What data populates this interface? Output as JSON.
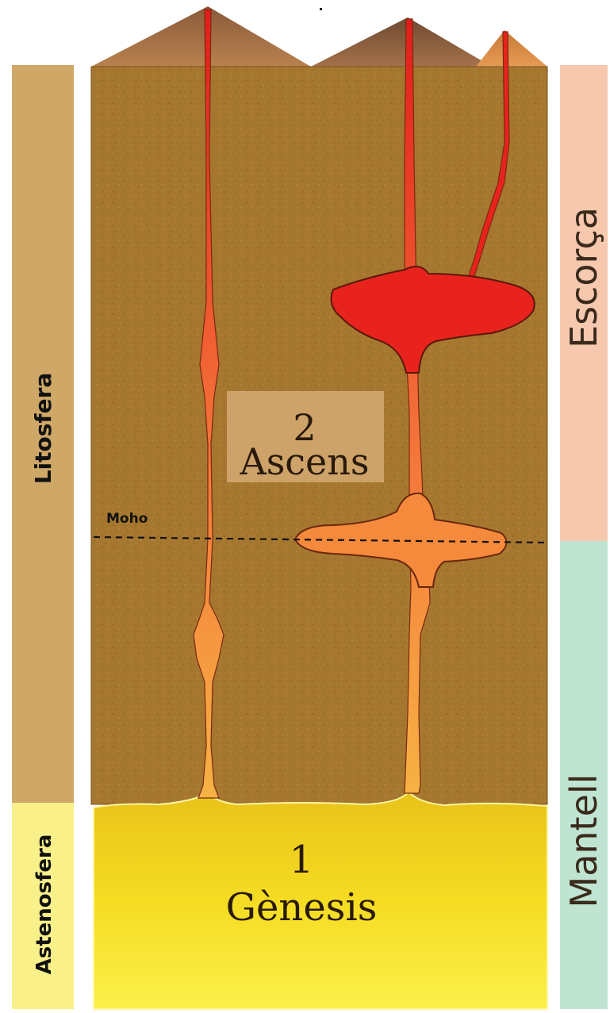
{
  "colors": {
    "litosfera_bar": "#cfa766",
    "astenosfera_bar": "#faf08a",
    "escorca_bar": "#f6c8ae",
    "mantell_bar": "#bfe4d2",
    "lithosphere_fill": "#a6772f",
    "asthenosphere_fill": "#f1d21c",
    "magma_red": "#e8231d",
    "magma_orange": "#f58a3c",
    "stage2_box": "#d3aa73"
  },
  "left_labels": {
    "litosfera": "Litosfera",
    "astenosfera": "Astenosfera"
  },
  "right_labels": {
    "escorca": "Escorça",
    "mantell": "Mantell"
  },
  "moho_label": "Moho",
  "stages": [
    {
      "number": "1",
      "name": "Gènesis"
    },
    {
      "number": "2",
      "name": "Ascens"
    }
  ],
  "icons": [
    "volcano-left",
    "volcano-right",
    "volcano-small"
  ]
}
